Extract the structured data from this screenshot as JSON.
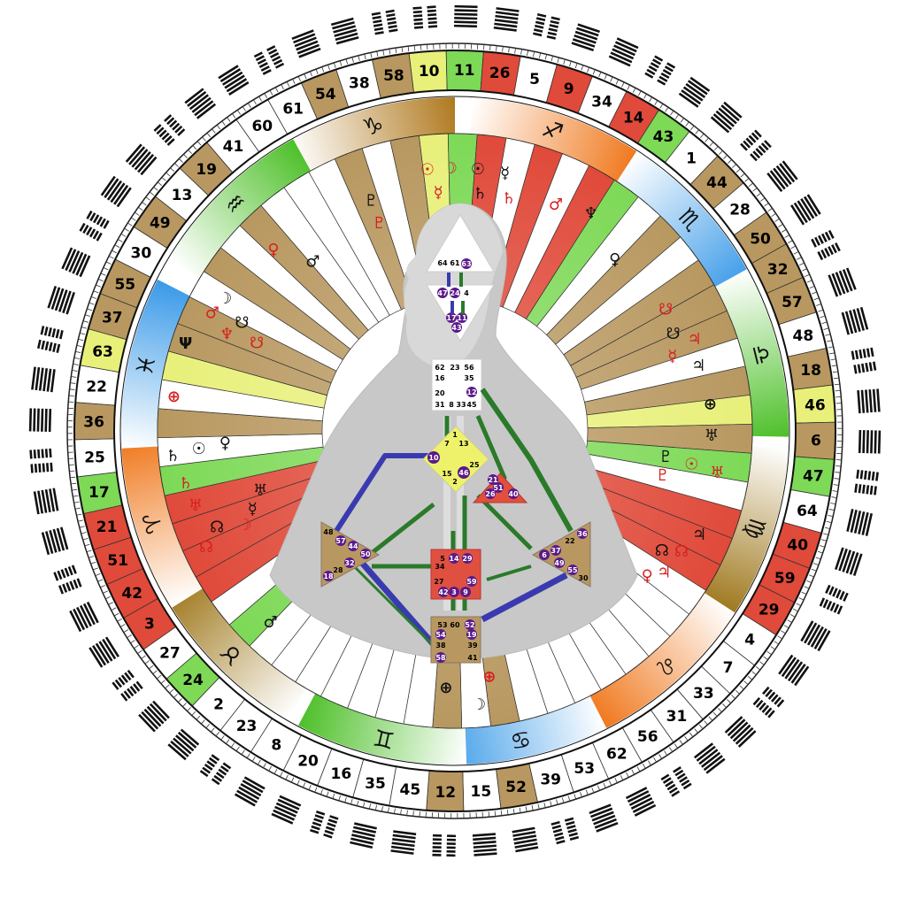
{
  "colors": {
    "activated_gold": "#b89860",
    "activated_green": "#7ed957",
    "activated_red": "#e04a3a",
    "activated_yellow": "#e8f08a",
    "design_red": "#d62020",
    "personality_black": "#111111",
    "center_purple": "#4a1a7a",
    "channel_blue": "#3a3ab0",
    "channel_green": "#2a7a2a"
  },
  "gate_ring": [
    {
      "gate": "10",
      "color": "#e8f07a"
    },
    {
      "gate": "11",
      "color": "#7ed957"
    },
    {
      "gate": "26",
      "color": "#e04a3a"
    },
    {
      "gate": "5",
      "color": "#ffffff"
    },
    {
      "gate": "9",
      "color": "#e04a3a"
    },
    {
      "gate": "34",
      "color": "#ffffff"
    },
    {
      "gate": "14",
      "color": "#e04a3a"
    },
    {
      "gate": "43",
      "color": "#7ed957"
    },
    {
      "gate": "1",
      "color": "#ffffff"
    },
    {
      "gate": "44",
      "color": "#b89860"
    },
    {
      "gate": "28",
      "color": "#ffffff"
    },
    {
      "gate": "50",
      "color": "#b89860"
    },
    {
      "gate": "32",
      "color": "#b89860"
    },
    {
      "gate": "57",
      "color": "#b89860"
    },
    {
      "gate": "48",
      "color": "#ffffff"
    },
    {
      "gate": "18",
      "color": "#b89860"
    },
    {
      "gate": "46",
      "color": "#e8f07a"
    },
    {
      "gate": "6",
      "color": "#b89860"
    },
    {
      "gate": "47",
      "color": "#7ed957"
    },
    {
      "gate": "64",
      "color": "#ffffff"
    },
    {
      "gate": "40",
      "color": "#e04a3a"
    },
    {
      "gate": "59",
      "color": "#e04a3a"
    },
    {
      "gate": "29",
      "color": "#e04a3a"
    },
    {
      "gate": "4",
      "color": "#ffffff"
    },
    {
      "gate": "7",
      "color": "#ffffff"
    },
    {
      "gate": "33",
      "color": "#ffffff"
    },
    {
      "gate": "31",
      "color": "#ffffff"
    },
    {
      "gate": "56",
      "color": "#ffffff"
    },
    {
      "gate": "62",
      "color": "#ffffff"
    },
    {
      "gate": "53",
      "color": "#ffffff"
    },
    {
      "gate": "39",
      "color": "#ffffff"
    },
    {
      "gate": "52",
      "color": "#b89860"
    },
    {
      "gate": "15",
      "color": "#ffffff"
    },
    {
      "gate": "12",
      "color": "#b89860"
    },
    {
      "gate": "45",
      "color": "#ffffff"
    },
    {
      "gate": "35",
      "color": "#ffffff"
    },
    {
      "gate": "16",
      "color": "#ffffff"
    },
    {
      "gate": "20",
      "color": "#ffffff"
    },
    {
      "gate": "8",
      "color": "#ffffff"
    },
    {
      "gate": "23",
      "color": "#ffffff"
    },
    {
      "gate": "2",
      "color": "#ffffff"
    },
    {
      "gate": "24",
      "color": "#7ed957"
    },
    {
      "gate": "27",
      "color": "#ffffff"
    },
    {
      "gate": "3",
      "color": "#e04a3a"
    },
    {
      "gate": "42",
      "color": "#e04a3a"
    },
    {
      "gate": "51",
      "color": "#e04a3a"
    },
    {
      "gate": "21",
      "color": "#e04a3a"
    },
    {
      "gate": "17",
      "color": "#7ed957"
    },
    {
      "gate": "25",
      "color": "#ffffff"
    },
    {
      "gate": "36",
      "color": "#b89860"
    },
    {
      "gate": "22",
      "color": "#ffffff"
    },
    {
      "gate": "63",
      "color": "#e8f07a"
    },
    {
      "gate": "37",
      "color": "#b89860"
    },
    {
      "gate": "55",
      "color": "#b89860"
    },
    {
      "gate": "30",
      "color": "#ffffff"
    },
    {
      "gate": "49",
      "color": "#b89860"
    },
    {
      "gate": "13",
      "color": "#ffffff"
    },
    {
      "gate": "19",
      "color": "#b89860"
    },
    {
      "gate": "41",
      "color": "#ffffff"
    },
    {
      "gate": "60",
      "color": "#ffffff"
    },
    {
      "gate": "61",
      "color": "#ffffff"
    },
    {
      "gate": "54",
      "color": "#b89860"
    },
    {
      "gate": "38",
      "color": "#ffffff"
    },
    {
      "gate": "58",
      "color": "#b89860"
    }
  ],
  "zodiac": [
    {
      "sign": "capricorn",
      "glyph": "♑",
      "color": "#b07a20",
      "label_angle": -105
    },
    {
      "sign": "sagittarius",
      "glyph": "♐",
      "color": "#f07a20",
      "label_angle": -72
    },
    {
      "sign": "scorpio",
      "glyph": "♏",
      "color": "#3a9ae8",
      "label_angle": -42
    },
    {
      "sign": "libra",
      "glyph": "♎",
      "color": "#4ec02a",
      "label_angle": -14
    },
    {
      "sign": "virgo",
      "glyph": "♍",
      "color": "#a07a20",
      "label_angle": 18
    },
    {
      "sign": "leo",
      "glyph": "♌",
      "color": "#f07a20",
      "label_angle": 48
    },
    {
      "sign": "cancer",
      "glyph": "♋",
      "color": "#3a9ae8",
      "label_angle": 78
    },
    {
      "sign": "gemini",
      "glyph": "♊",
      "color": "#4ec02a",
      "label_angle": 103
    },
    {
      "sign": "taurus",
      "glyph": "♉",
      "color": "#a07a20",
      "label_angle": 135
    },
    {
      "sign": "aries",
      "glyph": "♈",
      "color": "#f07a20",
      "label_angle": 163
    },
    {
      "sign": "pisces",
      "glyph": "♓",
      "color": "#3a9ae8",
      "label_angle": 192
    },
    {
      "sign": "aquarius",
      "glyph": "♒",
      "color": "#4ec02a",
      "label_angle": 226
    }
  ],
  "planets": [
    {
      "glyph": "♇",
      "color": "#111111",
      "angle": -110,
      "r": 277
    },
    {
      "glyph": "♇",
      "color": "#d62020",
      "angle": -110,
      "r": 250
    },
    {
      "glyph": "☉",
      "color": "#d62020",
      "angle": -96,
      "r": 297
    },
    {
      "glyph": "☽",
      "color": "#d62020",
      "angle": -91,
      "r": 297
    },
    {
      "glyph": "☿",
      "color": "#d62020",
      "angle": -94,
      "r": 270
    },
    {
      "glyph": "☉",
      "color": "#111111",
      "angle": -85,
      "r": 297
    },
    {
      "glyph": "♄",
      "color": "#111111",
      "angle": -84,
      "r": 270
    },
    {
      "glyph": "☿",
      "color": "#111111",
      "angle": -79,
      "r": 297
    },
    {
      "glyph": "♄",
      "color": "#d62020",
      "angle": -77,
      "r": 270
    },
    {
      "glyph": "♂",
      "color": "#d62020",
      "angle": -66,
      "r": 280
    },
    {
      "glyph": "♆",
      "color": "#111111",
      "angle": -58,
      "r": 290
    },
    {
      "glyph": "♆",
      "color": "#7ed957",
      "angle": -53,
      "r": 285
    },
    {
      "glyph": "♀",
      "color": "#111111",
      "angle": -47,
      "r": 265
    },
    {
      "glyph": "☋",
      "color": "#d62020",
      "angle": -30,
      "r": 275
    },
    {
      "glyph": "☋",
      "color": "#111111",
      "angle": -24,
      "r": 270
    },
    {
      "glyph": "♃",
      "color": "#d62020",
      "angle": -21,
      "r": 290
    },
    {
      "glyph": "☿",
      "color": "#d62020",
      "angle": -19,
      "r": 260
    },
    {
      "glyph": "♃",
      "color": "#111111",
      "angle": -15,
      "r": 285
    },
    {
      "glyph": "⊕",
      "color": "#111111",
      "angle": -6,
      "r": 290
    },
    {
      "glyph": "♅",
      "color": "#111111",
      "angle": 1,
      "r": 290
    },
    {
      "glyph": "♅",
      "color": "#d62020",
      "angle": 9,
      "r": 300
    },
    {
      "glyph": "☉",
      "color": "#d62020",
      "angle": 8,
      "r": 270
    },
    {
      "glyph": "♇",
      "color": "#111111",
      "angle": 7,
      "r": 240
    },
    {
      "glyph": "♇",
      "color": "#d62020",
      "angle": 12,
      "r": 240
    },
    {
      "glyph": "♃",
      "color": "#111111",
      "angle": 23,
      "r": 300
    },
    {
      "glyph": "☊",
      "color": "#d62020",
      "angle": 28,
      "r": 290
    },
    {
      "glyph": "☊",
      "color": "#111111",
      "angle": 30,
      "r": 270
    },
    {
      "glyph": "♃",
      "color": "#d62020",
      "angle": 34,
      "r": 285
    },
    {
      "glyph": "♀",
      "color": "#d62020",
      "angle": 37,
      "r": 272
    },
    {
      "glyph": "⊕",
      "color": "#d62020",
      "angle": 82,
      "r": 280
    },
    {
      "glyph": "☽",
      "color": "#111111",
      "angle": 85,
      "r": 310
    },
    {
      "glyph": "⊕",
      "color": "#111111",
      "angle": 92,
      "r": 290
    },
    {
      "glyph": "♂",
      "color": "#111111",
      "angle": 134,
      "r": 300
    },
    {
      "glyph": "☊",
      "color": "#d62020",
      "angle": 155,
      "r": 310
    },
    {
      "glyph": "☊",
      "color": "#111111",
      "angle": 158,
      "r": 290
    },
    {
      "glyph": "☽",
      "color": "#d62020",
      "angle": 156,
      "r": 260
    },
    {
      "glyph": "☿",
      "color": "#111111",
      "angle": 159,
      "r": 245
    },
    {
      "glyph": "♅",
      "color": "#111111",
      "angle": 163,
      "r": 230
    },
    {
      "glyph": "♅",
      "color": "#d62020",
      "angle": 164,
      "r": 305
    },
    {
      "glyph": "♄",
      "color": "#d62020",
      "angle": 169,
      "r": 310
    },
    {
      "glyph": "♄",
      "color": "#111111",
      "angle": 175,
      "r": 320
    },
    {
      "glyph": "☉",
      "color": "#111111",
      "angle": 176,
      "r": 290
    },
    {
      "glyph": "♀",
      "color": "#111111",
      "angle": 177,
      "r": 260
    },
    {
      "glyph": "⊕",
      "color": "#d62020",
      "angle": 187,
      "r": 320
    },
    {
      "glyph": "Ψ",
      "color": "#111111",
      "angle": 198,
      "r": 320
    },
    {
      "glyph": "♆",
      "color": "#d62020",
      "angle": 203,
      "r": 280
    },
    {
      "glyph": "♂",
      "color": "#d62020",
      "angle": 206,
      "r": 305
    },
    {
      "glyph": "☽",
      "color": "#111111",
      "angle": 210,
      "r": 300
    },
    {
      "glyph": "☋",
      "color": "#111111",
      "angle": 207,
      "r": 270
    },
    {
      "glyph": "☋",
      "color": "#d62020",
      "angle": 204,
      "r": 245
    },
    {
      "glyph": "♀",
      "color": "#d62020",
      "angle": 225,
      "r": 290
    },
    {
      "glyph": "♂",
      "color": "#111111",
      "angle": 230,
      "r": 250
    }
  ],
  "bodygraph": {
    "head_gates": [
      "64",
      "61",
      "63"
    ],
    "ajna_gates": [
      "47",
      "24",
      "4"
    ],
    "ajna_lower_gates": [
      "17",
      "11",
      "43"
    ],
    "throat_gates": [
      "62",
      "23",
      "56",
      "16",
      "35",
      "20",
      "12",
      "31",
      "8",
      "33",
      "45"
    ],
    "g_gates": [
      "1",
      "7",
      "13",
      "10",
      "25",
      "15",
      "46",
      "2"
    ],
    "heart_gates": [
      "21",
      "51",
      "26",
      "40"
    ],
    "spleen_gates": [
      "48",
      "57",
      "44",
      "50",
      "28",
      "32",
      "18"
    ],
    "solar_gates": [
      "36",
      "22",
      "37",
      "6",
      "49",
      "55",
      "30"
    ],
    "sacral_gates": [
      "5",
      "14",
      "29",
      "34",
      "27",
      "59",
      "42",
      "3",
      "9"
    ],
    "root_gates": [
      "53",
      "60",
      "52",
      "54",
      "19",
      "38",
      "39",
      "58",
      "41"
    ]
  }
}
